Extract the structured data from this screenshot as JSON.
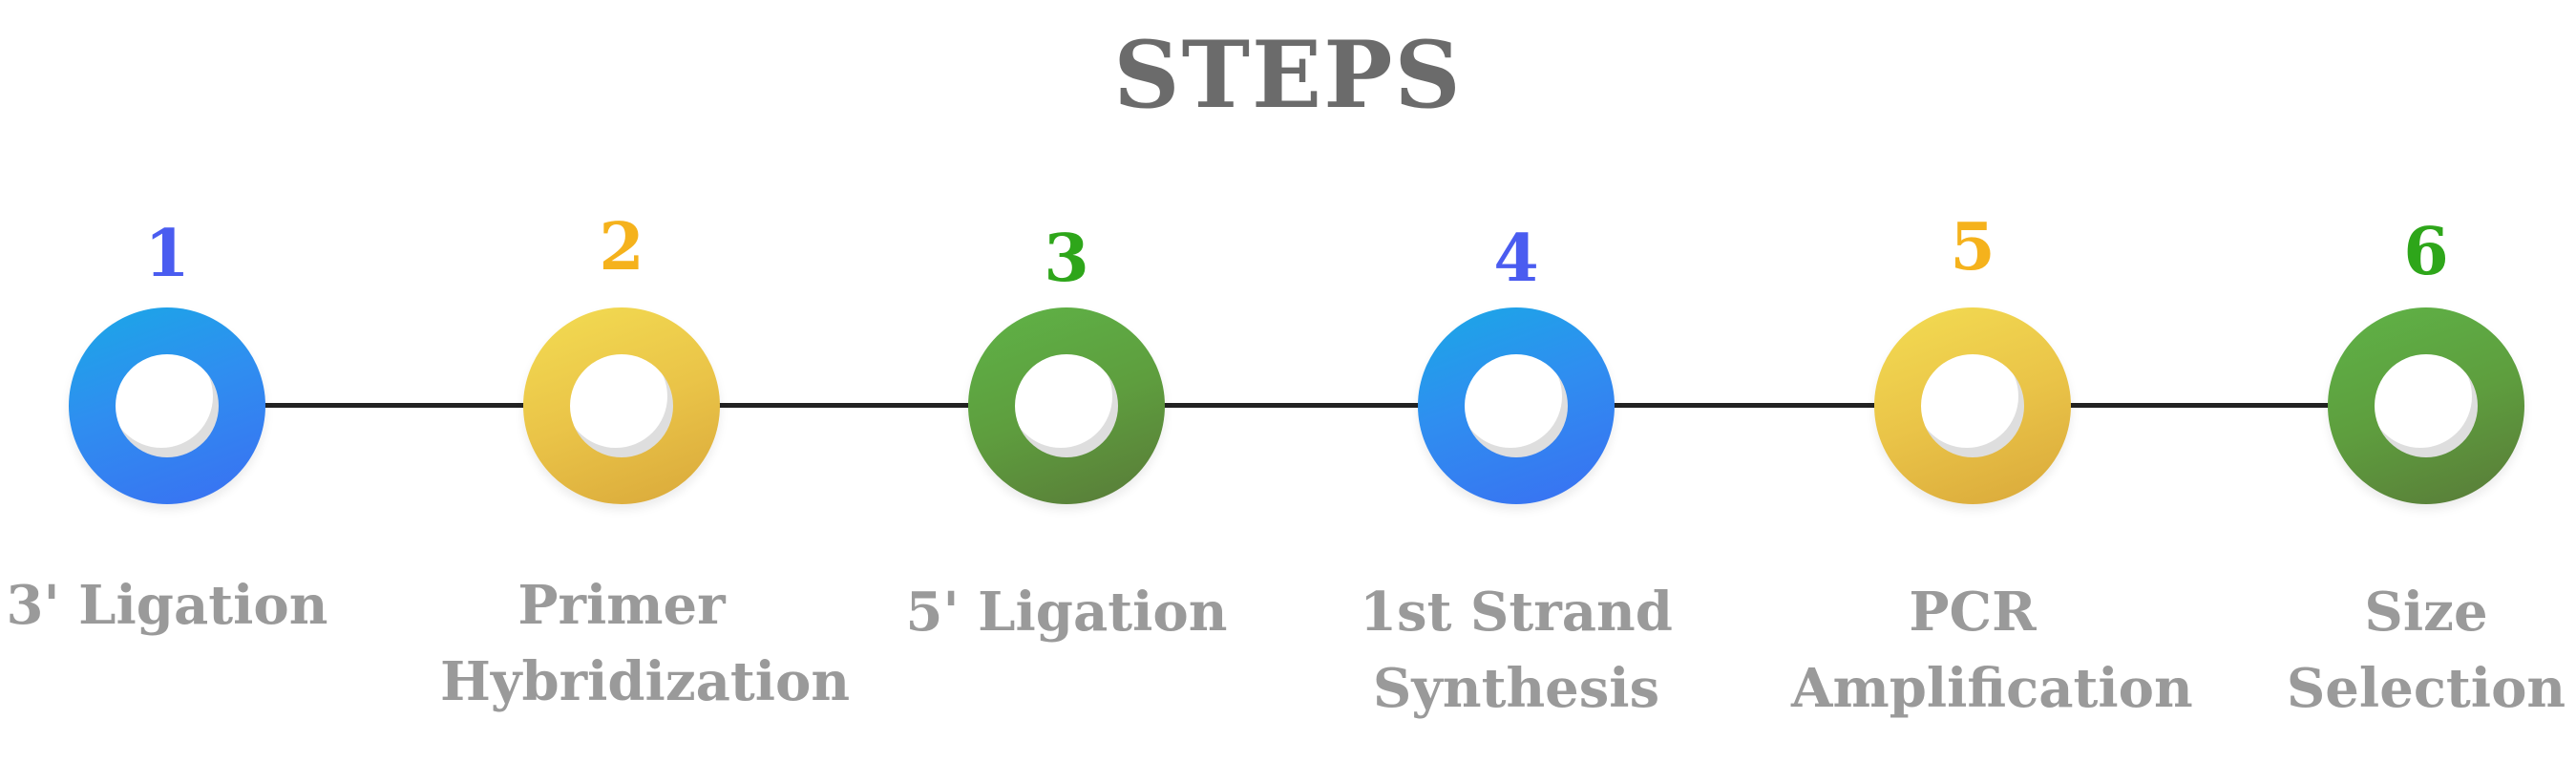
{
  "title": "STEPS",
  "colors": {
    "blue_num": "#4a5cf0",
    "yellow_num": "#f5b21c",
    "green_num": "#2ea61a",
    "label_gray": "#9a9a9a",
    "title_gray": "#6b6b6b",
    "line": "#222222"
  },
  "steps": [
    {
      "number": "1",
      "color": "blue",
      "label_lines": [
        "3' Ligation"
      ]
    },
    {
      "number": "2",
      "color": "yellow",
      "label_lines": [
        "Primer",
        "Hybridization"
      ]
    },
    {
      "number": "3",
      "color": "green",
      "label_lines": [
        "5' Ligation"
      ]
    },
    {
      "number": "4",
      "color": "blue",
      "label_lines": [
        "1st Strand",
        "Synthesis"
      ]
    },
    {
      "number": "5",
      "color": "yellow",
      "label_lines": [
        "PCR",
        "Amplification"
      ]
    },
    {
      "number": "6",
      "color": "green",
      "label_lines": [
        "Size",
        "Selection"
      ]
    }
  ]
}
